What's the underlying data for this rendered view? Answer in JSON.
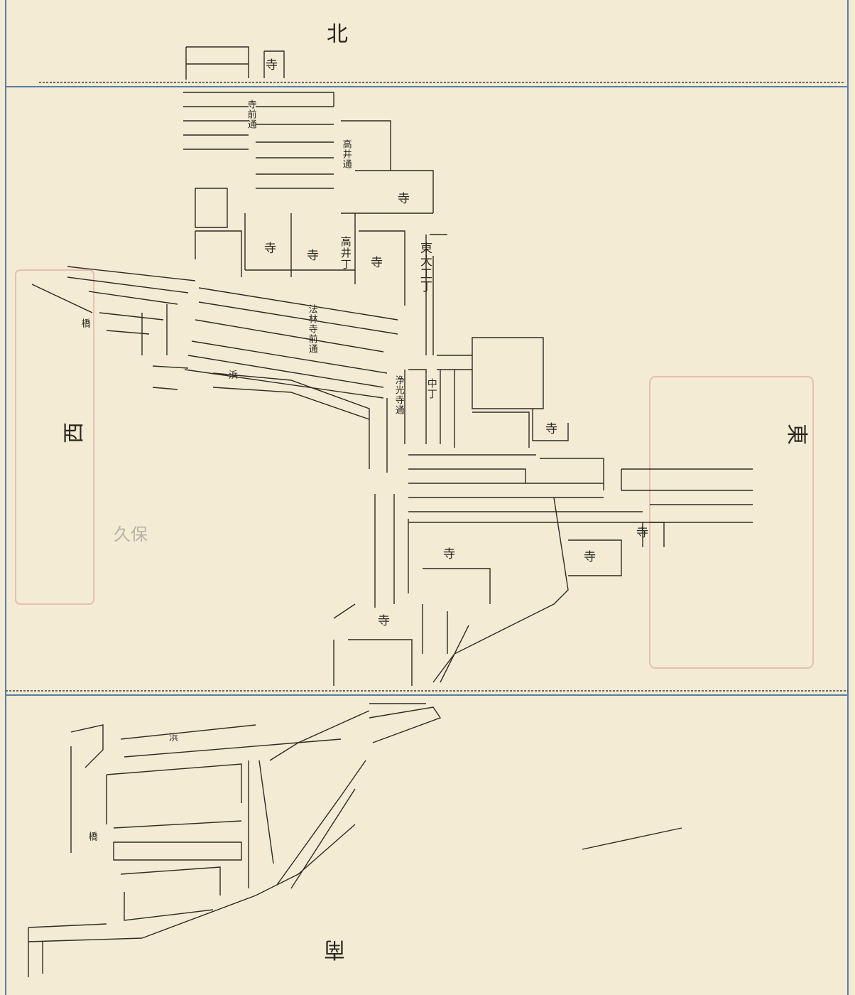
{
  "compass": {
    "north": "北",
    "south": "南",
    "east": "東",
    "west": "西"
  },
  "labels": {
    "temple": "寺",
    "higashi_ojinmachi": "東大工丁",
    "nakacho": "中丁",
    "takasaki_dori": "高井通",
    "takasaki": "高井丁",
    "jokoji_dori": "浄光寺通",
    "hoshoji_mae_dori": "法林寺前通",
    "hama": "浜",
    "teramae_dori": "寺前通",
    "kubo": "久保",
    "hashi": "橋"
  },
  "colors": {
    "paper": "#f3ebd3",
    "ink": "#2e2a25",
    "border_blue": "#5b7ea3",
    "stamp_red": "#d88a86"
  }
}
